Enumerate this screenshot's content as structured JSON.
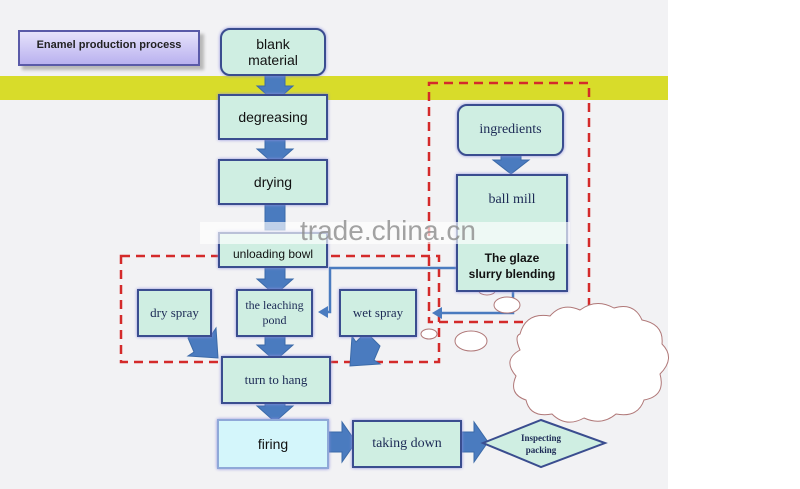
{
  "title": "Enamel production process",
  "nodes": {
    "blank_material": "blank material",
    "degreasing": "degreasing",
    "drying": "drying",
    "unloading_bowl": "unloading bowl",
    "leaching_pond": "the leaching pond",
    "dry_spray": "dry spray",
    "wet_spray": "wet spray",
    "turn_to_hang": "turn to hang",
    "firing": "firing",
    "taking_down": "taking down",
    "inspecting_packing": "Inspecting packing",
    "ingredients": "ingredients",
    "ball_mill": "ball mill",
    "glaze_slurry": "The glaze slurry blending"
  },
  "watermark": "trade.china.cn",
  "colors": {
    "band": "#d8dc2a",
    "node_fill": "#cfeee2",
    "node_border": "#3a4d8f",
    "arrow": "#4a7bbf",
    "dashed_group": "#d42a2a",
    "firing_fill": "#d4f6fb"
  }
}
